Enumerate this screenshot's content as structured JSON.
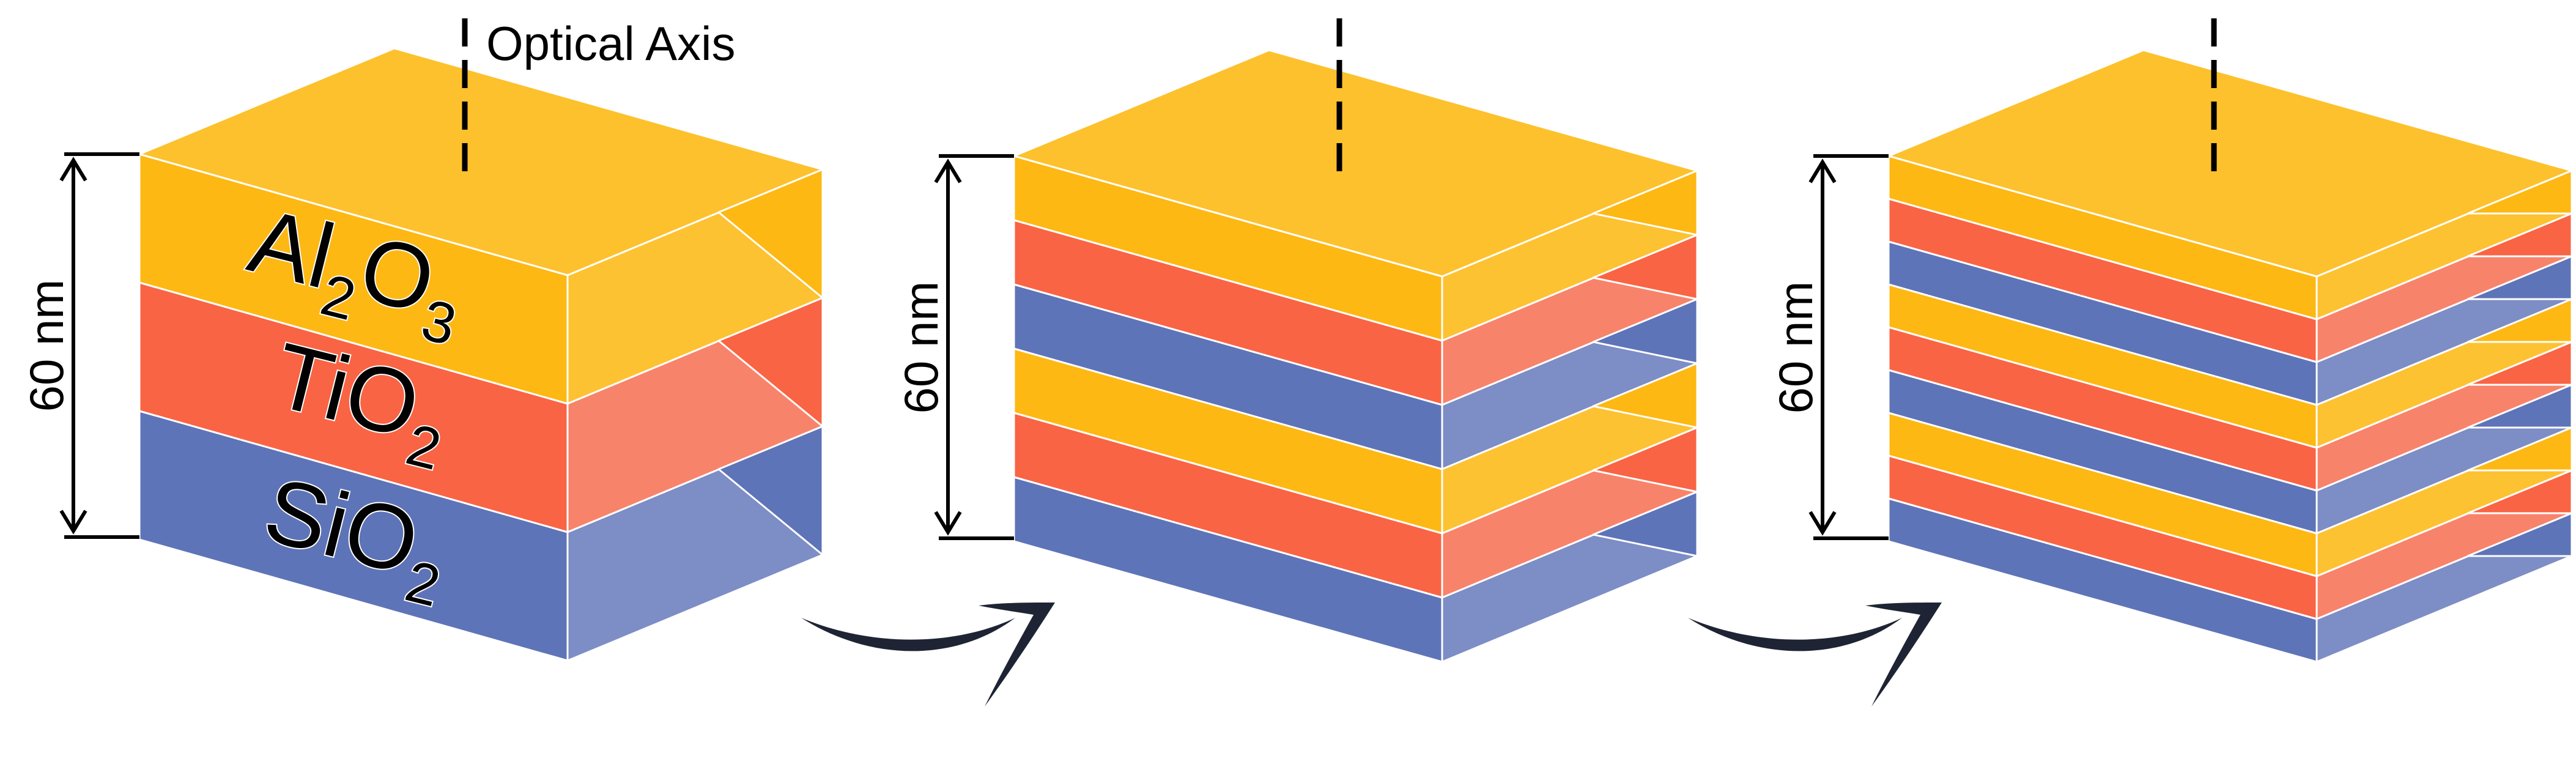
{
  "optical_axis_label": "Optical Axis",
  "thickness_label": "60 nm",
  "materials": [
    {
      "base": "Al",
      "sub1": "2",
      "mid": "O",
      "sub2": "3"
    },
    {
      "base": "TiO",
      "sub1": "2"
    },
    {
      "base": "SiO",
      "sub1": "2"
    }
  ],
  "colors": {
    "al2o3_front": "#FDB813",
    "al2o3_side": "#FDC232",
    "al2o3_top": "#FDC12D",
    "tio2_front": "#F96444",
    "tio2_side": "#F8836B",
    "sio2_front": "#5E74B8",
    "sio2_side": "#7D8DC5",
    "arrow": "#1E2433"
  },
  "stacks": [
    {
      "name": "stack-1-period",
      "periods": 1
    },
    {
      "name": "stack-2-periods",
      "periods": 2
    },
    {
      "name": "stack-3-periods",
      "periods": 3
    }
  ]
}
